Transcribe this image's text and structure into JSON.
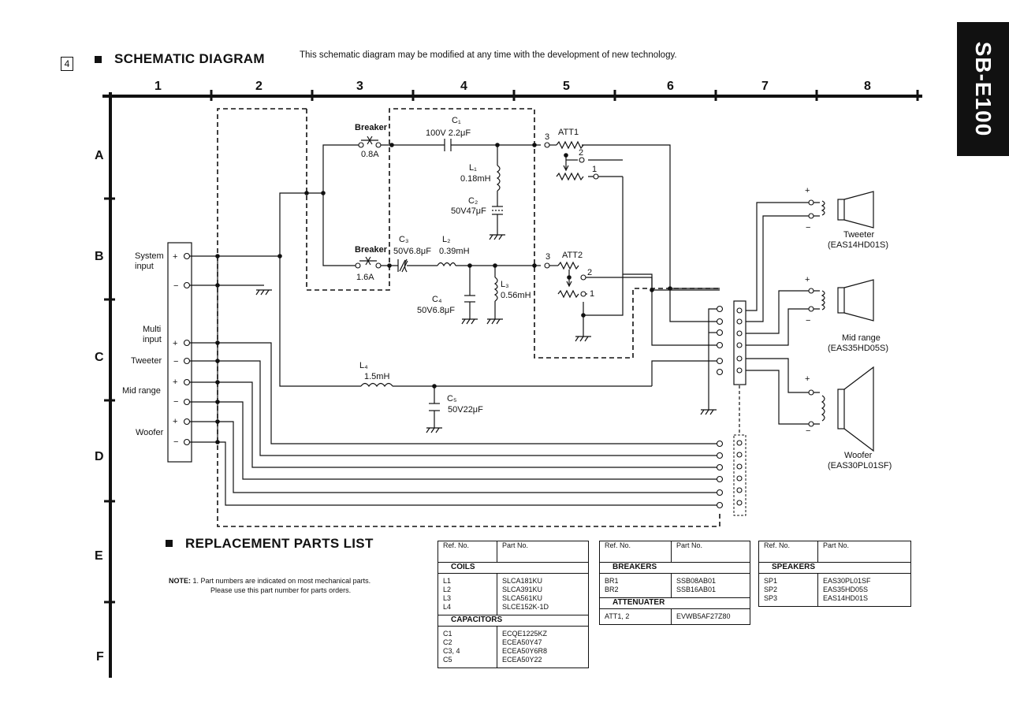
{
  "header": {
    "page_number": "4",
    "title": "SCHEMATIC DIAGRAM",
    "subtitle": "This schematic diagram may be modified at any time with the development of new technology.",
    "model": "SB-E100"
  },
  "grid": {
    "columns": [
      "1",
      "2",
      "3",
      "4",
      "5",
      "6",
      "7",
      "8"
    ],
    "rows": [
      "A",
      "B",
      "C",
      "D",
      "E",
      "F"
    ]
  },
  "inputs": {
    "system": "System\ninput",
    "multi": "Multi\ninput",
    "tweeter": "Tweeter",
    "mid_range": "Mid range",
    "woofer": "Woofer",
    "plus": "+",
    "minus": "−"
  },
  "components": {
    "breaker1_title": "Breaker",
    "breaker1_value": "0.8A",
    "breaker2_title": "Breaker",
    "breaker2_value": "1.6A",
    "c1_ref": "C₁",
    "c1_value": "100V 2.2μF",
    "l1_ref": "L₁",
    "l1_value": "0.18mH",
    "c2_ref": "C₂",
    "c2_value": "50V47μF",
    "c3_ref": "C₃",
    "c3_value": "50V6.8μF",
    "l2_ref": "L₂",
    "l2_value": "0.39mH",
    "c4_ref": "C₄",
    "c4_value": "50V6.8μF",
    "l3_ref": "L₃",
    "l3_value": "0.56mH",
    "l4_ref": "L₄",
    "l4_value": "1.5mH",
    "c5_ref": "C₅",
    "c5_value": "50V22μF",
    "att1": "ATT1",
    "att2": "ATT2",
    "pin1": "1",
    "pin2": "2",
    "pin3": "3"
  },
  "speakers": {
    "tweeter_name": "Tweeter",
    "tweeter_part": "(EAS14HD01S)",
    "mid_name": "Mid range",
    "mid_part": "(EAS35HD05S)",
    "woofer_name": "Woofer",
    "woofer_part": "(EAS30PL01SF)",
    "plus": "+",
    "minus": "−"
  },
  "parts_list": {
    "title": "REPLACEMENT PARTS LIST",
    "note_label": "NOTE:",
    "note_line1": "1. Part numbers are indicated on most mechanical parts.",
    "note_line2": "Please use this part number for parts orders.",
    "col_ref": "Ref. No.",
    "col_part": "Part No.",
    "coils_title": "COILS",
    "coils_refs": "L1\nL2\nL3\nL4",
    "coils_parts": "SLCA181KU\nSLCA391KU\nSLCA561KU\nSLCE152K-1D",
    "caps_title": "CAPACITORS",
    "caps_refs": "C1\nC2\nC3, 4\nC5",
    "caps_parts": "ECQE1225KZ\nECEA50Y47\nECEA50Y6R8\nECEA50Y22",
    "breakers_title": "BREAKERS",
    "breakers_refs": "BR1\nBR2",
    "breakers_parts": "SSB08AB01\nSSB16AB01",
    "att_title": "ATTENUATER",
    "att_refs": "ATT1, 2",
    "att_parts": "EVWB5AF27Z80",
    "speakers_title": "SPEAKERS",
    "speakers_refs": "SP1\nSP2\nSP3",
    "speakers_parts": "EAS30PL01SF\nEAS35HD05S\nEAS14HD01S"
  }
}
